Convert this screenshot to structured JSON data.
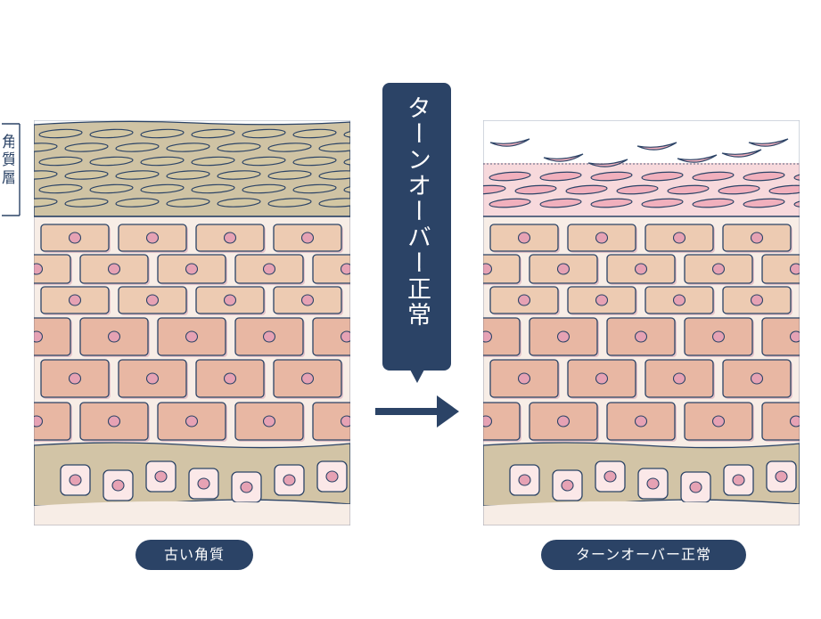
{
  "side_label": "角質層",
  "center_callout": "ターンオーバー正常",
  "left_caption": "古い角質",
  "right_caption": "ターンオーバー正常",
  "colors": {
    "navy": "#2b4366",
    "old_stratum_fill": "#cfc3a4",
    "old_scale_fill": "#d3c7a3",
    "normal_stratum_fill": "#f7d9dc",
    "normal_scale_fill": "#f1b0bd",
    "spinous_cell": "#edcbb2",
    "granular_cell": "#e8b7a3",
    "basal_band": "#d2c4a6",
    "basal_cell": "#fbe8e8",
    "nucleus": "#e6a2b4",
    "background_tissue": "#f7ede6"
  }
}
